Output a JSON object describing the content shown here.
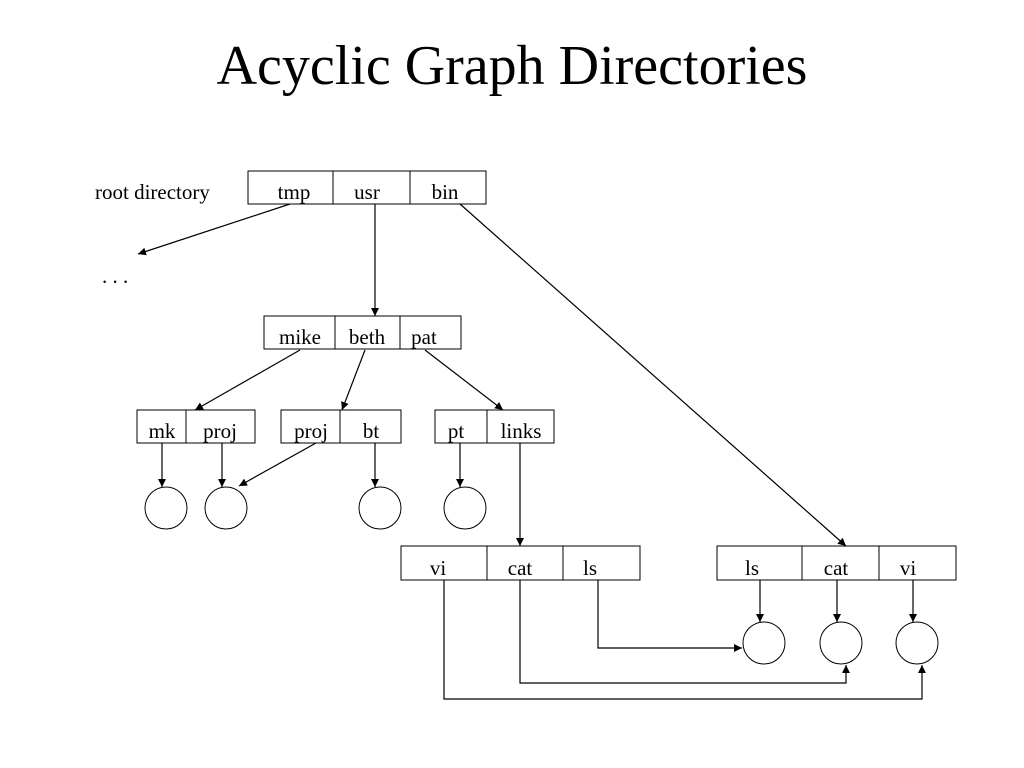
{
  "title": "Acyclic Graph Directories",
  "labels": {
    "root_directory": "root directory",
    "ellipsis": ". . ."
  },
  "directories": {
    "root": [
      "tmp",
      "usr",
      "bin"
    ],
    "usr": [
      "mike",
      "beth",
      "pat"
    ],
    "mike": [
      "mk",
      "proj"
    ],
    "beth": [
      "proj",
      "bt"
    ],
    "pat": [
      "pt",
      "links"
    ],
    "links": [
      "vi",
      "cat",
      "ls"
    ],
    "bin": [
      "ls",
      "cat",
      "vi"
    ]
  }
}
